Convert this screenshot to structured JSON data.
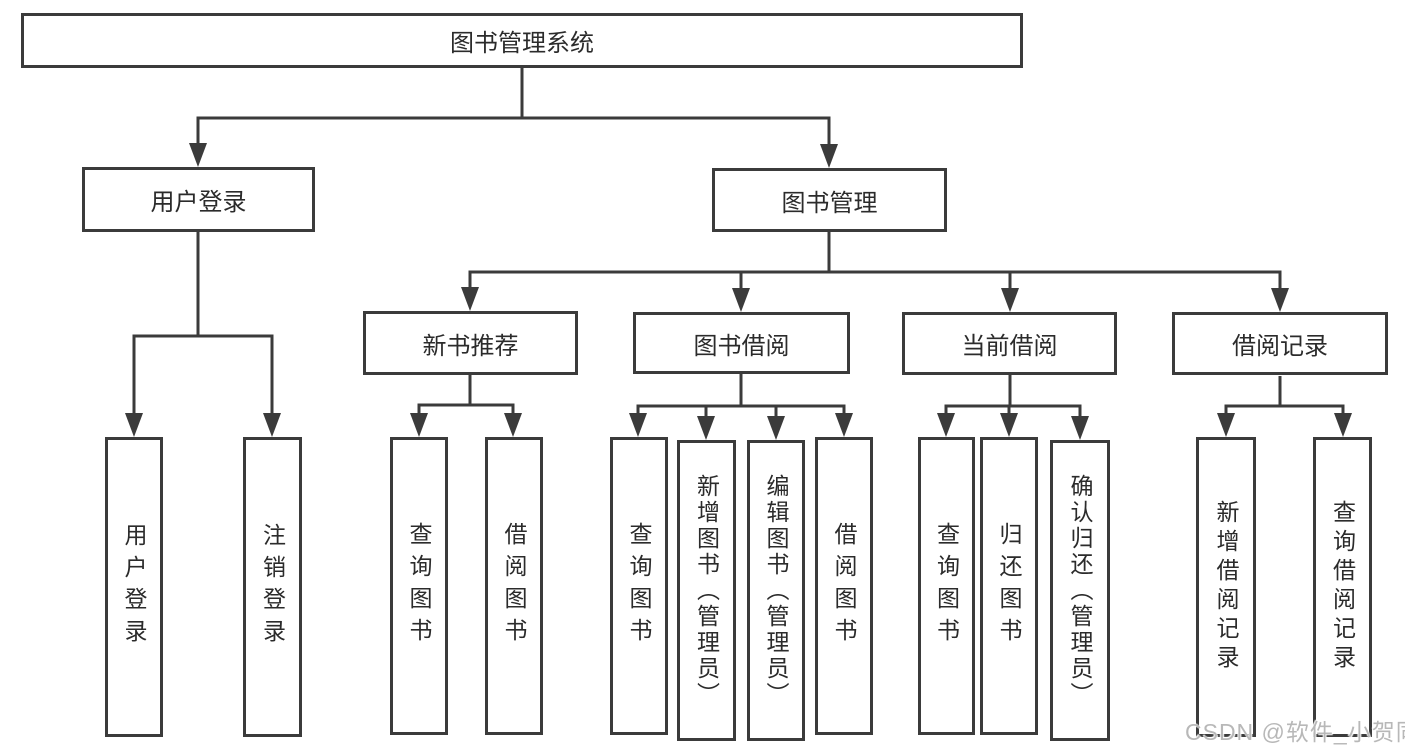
{
  "diagram": {
    "type": "hierarchy-tree",
    "root": {
      "label": "图书管理系统"
    },
    "branches": {
      "user_login": {
        "label": "用户登录",
        "children": {
          "login": {
            "label": "用户登录"
          },
          "logout": {
            "label": "注销登录"
          }
        }
      },
      "book_mgmt": {
        "label": "图书管理",
        "children": {
          "new_book_rec": {
            "label": "新书推荐",
            "children": {
              "query": {
                "label": "查询图书"
              },
              "borrow": {
                "label": "借阅图书"
              }
            }
          },
          "book_borrow": {
            "label": "图书借阅",
            "children": {
              "query": {
                "label": "查询图书"
              },
              "add": {
                "label": "新增图书（管理员）"
              },
              "edit": {
                "label": "编辑图书（管理员）"
              },
              "borrow": {
                "label": "借阅图书"
              }
            }
          },
          "current_borrow": {
            "label": "当前借阅",
            "children": {
              "query": {
                "label": "查询图书"
              },
              "return": {
                "label": "归还图书"
              },
              "confirm": {
                "label": "确认归还（管理员）"
              }
            }
          },
          "borrow_record": {
            "label": "借阅记录",
            "children": {
              "add": {
                "label": "新增借阅记录"
              },
              "query": {
                "label": "查询借阅记录"
              }
            }
          }
        }
      }
    }
  },
  "watermark": "CSDN @软件_小贺同学",
  "colors": {
    "border": "#3b3b3b",
    "line": "#3b3b3b",
    "text": "#2b2b2b",
    "watermark": "#b8b8b8",
    "background": "#ffffff"
  }
}
